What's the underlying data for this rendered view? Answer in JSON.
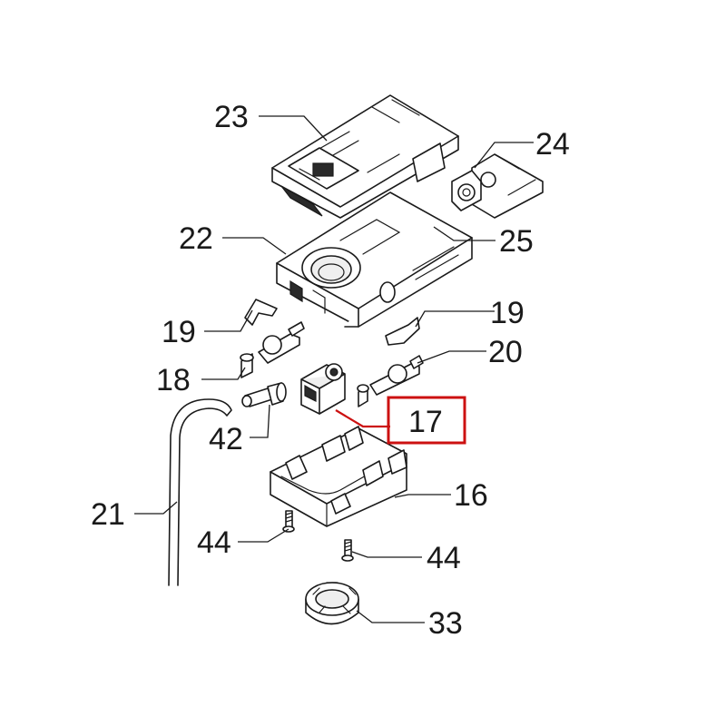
{
  "diagram": {
    "highlight_color": "#cc1111",
    "line_color": "#1a1a1a",
    "highlighted_part": "17",
    "callouts": [
      {
        "id": "23",
        "label": "23"
      },
      {
        "id": "24",
        "label": "24"
      },
      {
        "id": "22",
        "label": "22"
      },
      {
        "id": "25",
        "label": "25"
      },
      {
        "id": "19a",
        "label": "19"
      },
      {
        "id": "19b",
        "label": "19"
      },
      {
        "id": "18",
        "label": "18"
      },
      {
        "id": "20",
        "label": "20"
      },
      {
        "id": "42",
        "label": "42"
      },
      {
        "id": "17",
        "label": "17"
      },
      {
        "id": "21",
        "label": "21"
      },
      {
        "id": "16",
        "label": "16"
      },
      {
        "id": "44a",
        "label": "44"
      },
      {
        "id": "44b",
        "label": "44"
      },
      {
        "id": "33",
        "label": "33"
      }
    ]
  }
}
